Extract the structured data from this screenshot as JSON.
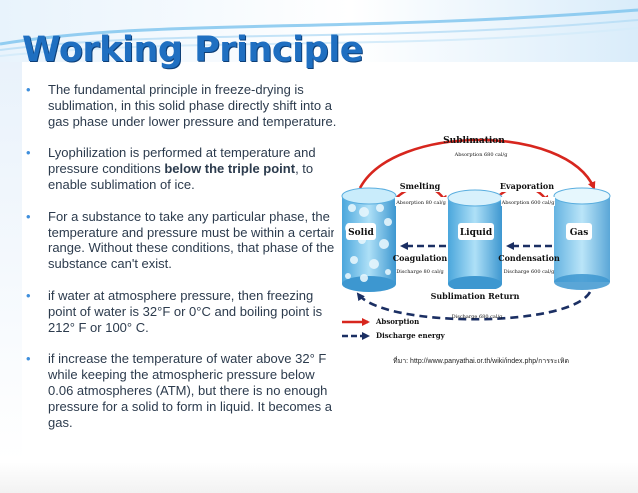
{
  "slide": {
    "title": "Working Principle",
    "bullets": [
      {
        "text": "The fundamental principle in freeze-drying is sublimation, in this solid phase directly shift into a gas phase under lower pressure and temperature."
      },
      {
        "pre": "Lyophilization is performed at temperature and pressure conditions ",
        "strong": "below the triple point",
        "post": ", to enable sublimation of ice."
      },
      {
        "text": "For a substance to take any particular phase, the temperature and pressure must be within a certain range. Without these conditions, that phase of the substance can't exist."
      },
      {
        "text": "if water at atmosphere pressure, then freezing point of water is 32°F or 0°C and boiling point is 212° F or 100° C."
      },
      {
        "text": "if increase the temperature of water above 32° F while keeping the atmospheric pressure below 0.06 atmospheres (ATM), but there is no enough pressure for a solid to form in liquid. It becomes a gas."
      }
    ],
    "bullet_glyph": "•"
  },
  "diagram": {
    "sublimation": "Sublimation",
    "sublimation_absorption": "Absorption 680 cal/g",
    "smelting": "Smelting",
    "smelting_absorption": "Absorption 80 cal/g",
    "evaporation": "Evaporation",
    "evaporation_absorption": "Absorption 600 cal/g",
    "solid": "Solid",
    "liquid": "Liquid",
    "gas": "Gas",
    "coagulation": "Coagulation",
    "coagulation_discharge": "Discharge 80 cal/g",
    "condensation": "Condensation",
    "condensation_discharge": "Discharge 600 cal/g",
    "sublimation_return": "Sublimation Return",
    "return_discharge": "Discharge 680 cal/g",
    "legend_absorption": "Absorption",
    "legend_discharge": "Discharge energy",
    "credit": "ที่มา: http://www.panyathai.or.th/wiki/index.php/การระเหิด",
    "colors": {
      "absorption": "#d7261e",
      "discharge": "#1b2f63",
      "cylinder": "#7fc4ea",
      "label_bg": "#ffffff"
    }
  }
}
